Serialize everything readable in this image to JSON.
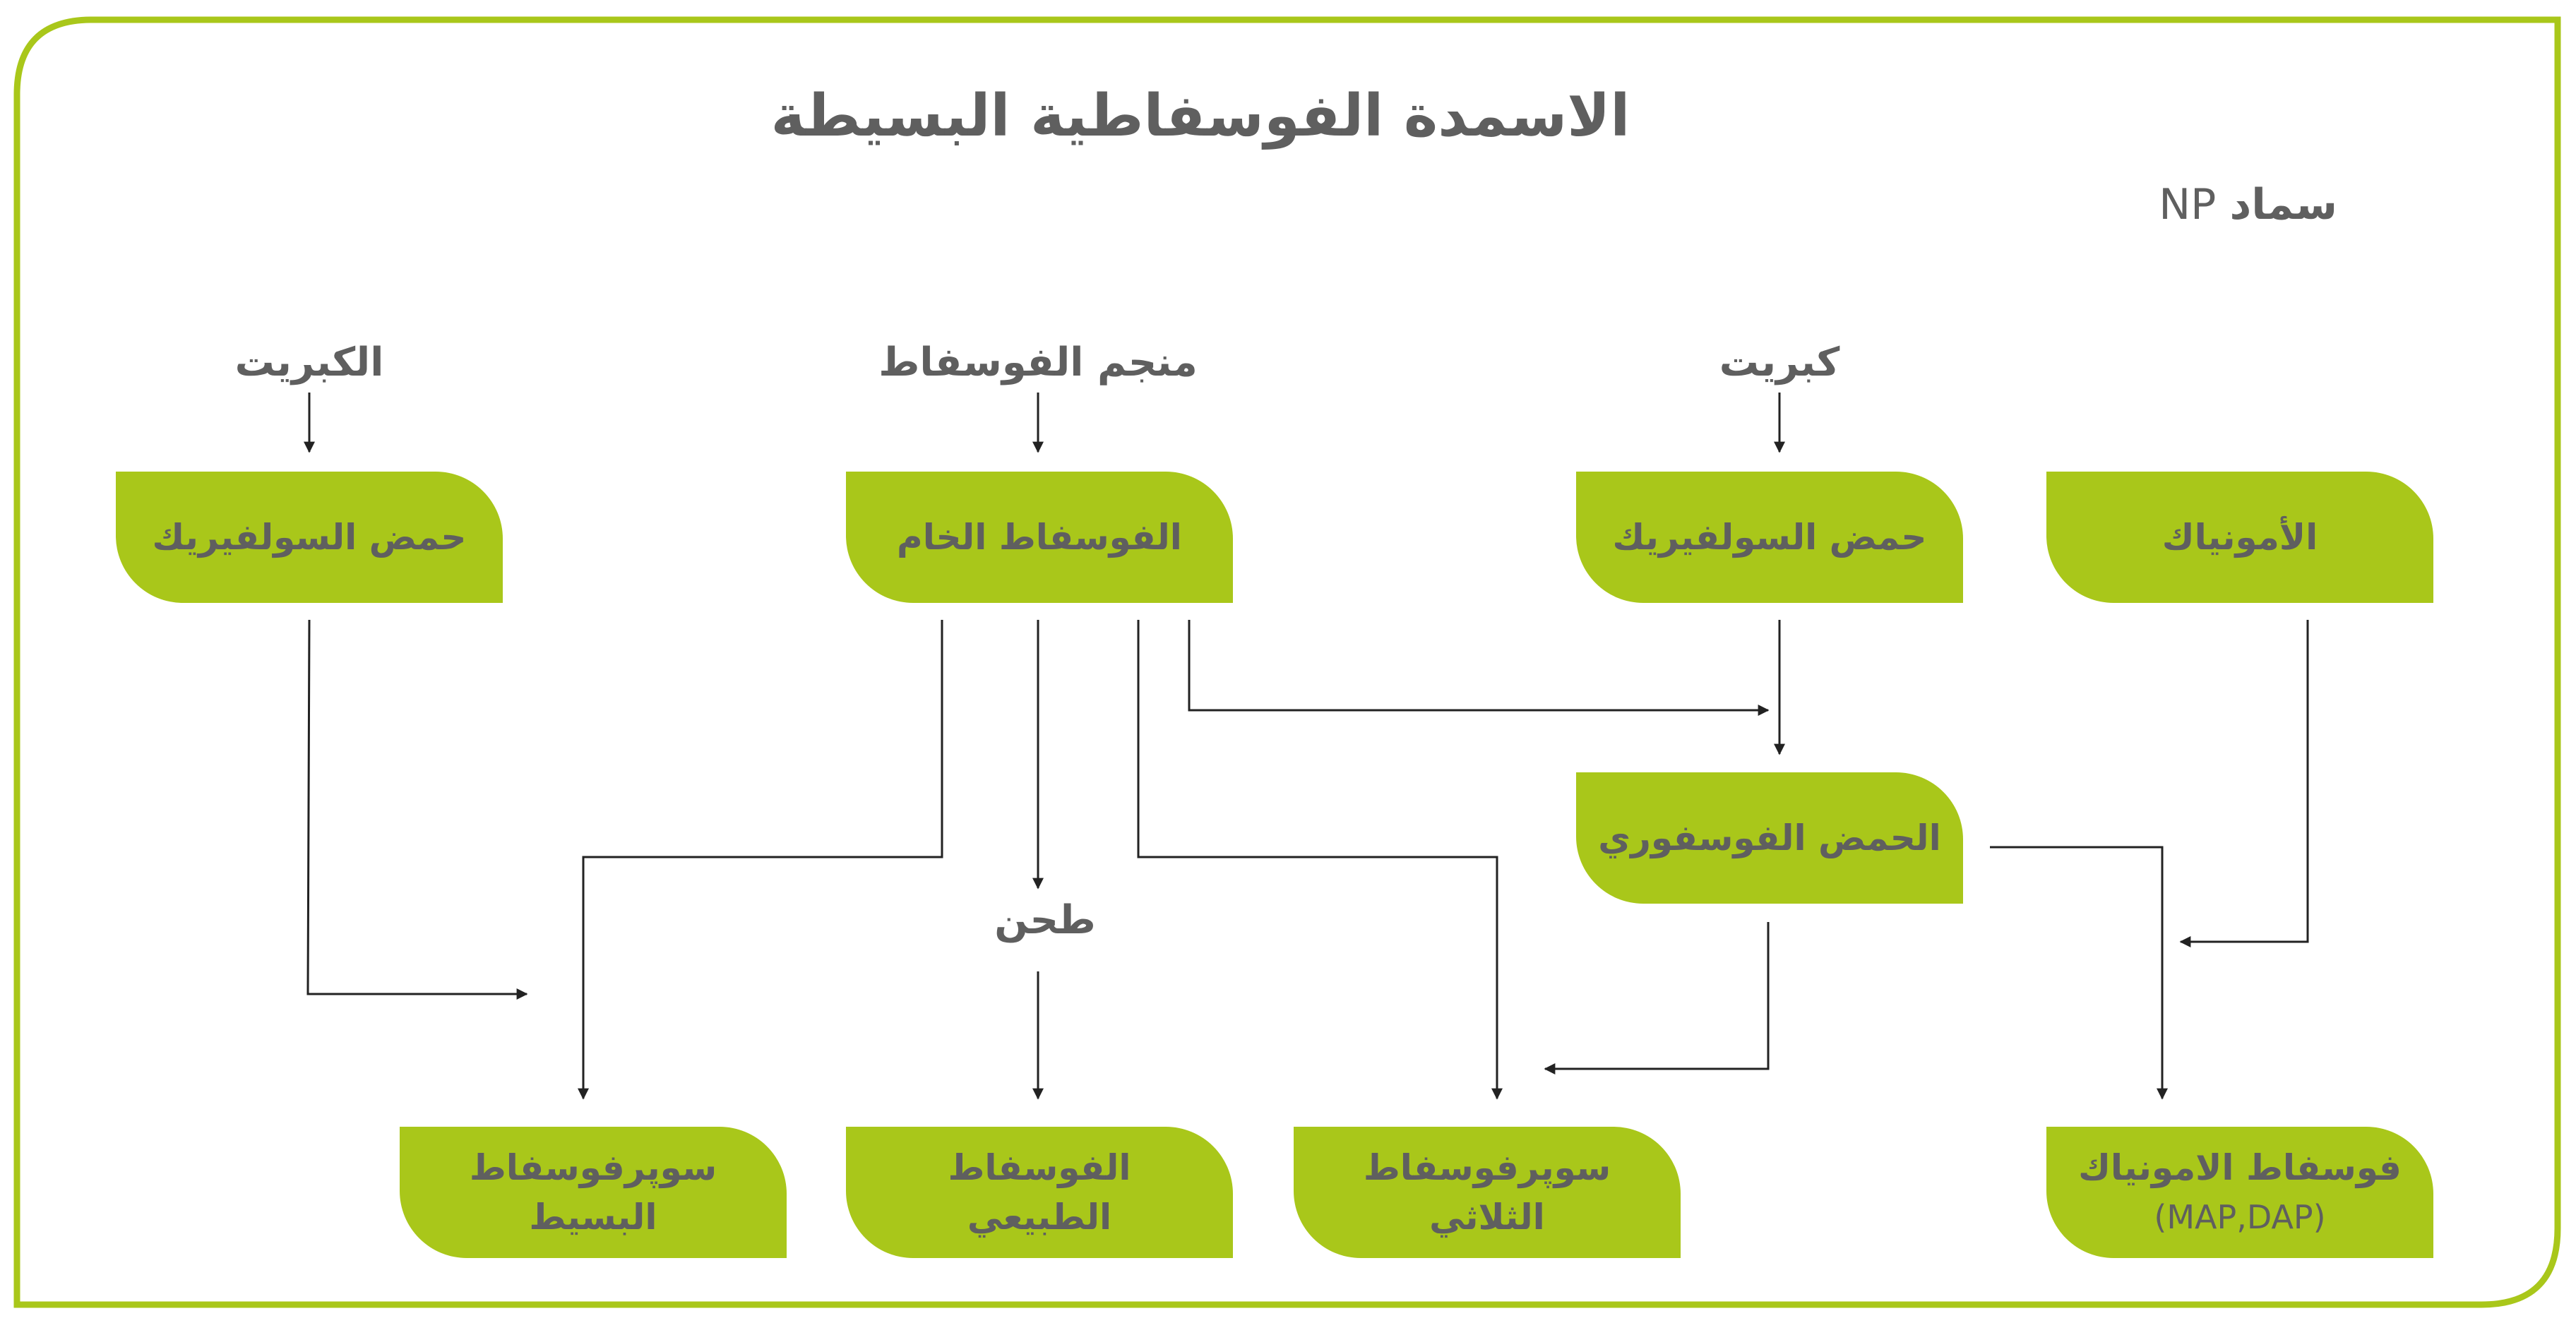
{
  "title": "الاسمدة الفوسفاطية البسيطة",
  "subtitle": {
    "bold": "سماد",
    "normal": "NP"
  },
  "inputs": {
    "sulfur_left": "الكبريت",
    "phosphate_mine": "منجم الفوسفاط",
    "sulfur_right": "كبريت",
    "grinding": "طحن"
  },
  "boxes": {
    "sulfuric_acid_left": "حمض السولفيريك",
    "raw_phosphate": "الفوسفاط الخام",
    "sulfuric_acid_right": "حمض السولفيريك",
    "ammonia": "الأمونياك",
    "phosphoric_acid": "الحمض الفوسفوري",
    "simple_superphosphate_line1": "سوپرفوسفاط",
    "simple_superphosphate_line2": "البسيط",
    "natural_phosphate_line1": "الفوسفاط",
    "natural_phosphate_line2": "الطبيعي",
    "triple_superphosphate_line1": "سوپرفوسفاط",
    "triple_superphosphate_line2": "الثلاثي",
    "ammonium_phosphate_line1": "فوسفاط الامونياك",
    "ammonium_phosphate_line2": "(MAP,DAP)"
  },
  "colors": {
    "box_fill": "#a9c71a",
    "frame_stroke": "#a9c71a",
    "text": "#5f5f5f",
    "arrow": "#222222"
  }
}
